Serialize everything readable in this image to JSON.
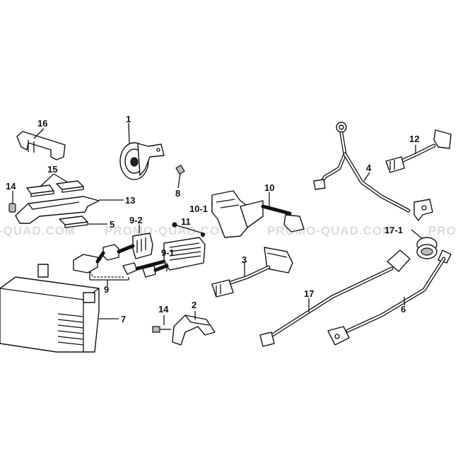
{
  "watermark": {
    "segments": [
      "-QUAD.COM",
      "PROMO-QUAD.COM",
      "PROMO-QUAD.COM",
      "PRO"
    ]
  },
  "callouts": {
    "c16": "16",
    "c1": "1",
    "c12": "12",
    "c15": "15",
    "c14a": "14",
    "c13": "13",
    "c8": "8",
    "c4": "4",
    "c10": "10",
    "c10_1": "10-1",
    "c5": "5",
    "c9_2": "9-2",
    "c11": "11",
    "c9_1": "9-1",
    "c9": "9",
    "c3": "3",
    "c17_1": "17-1",
    "c7": "7",
    "c14b": "14",
    "c2": "2",
    "c17": "17",
    "c6": "6"
  }
}
